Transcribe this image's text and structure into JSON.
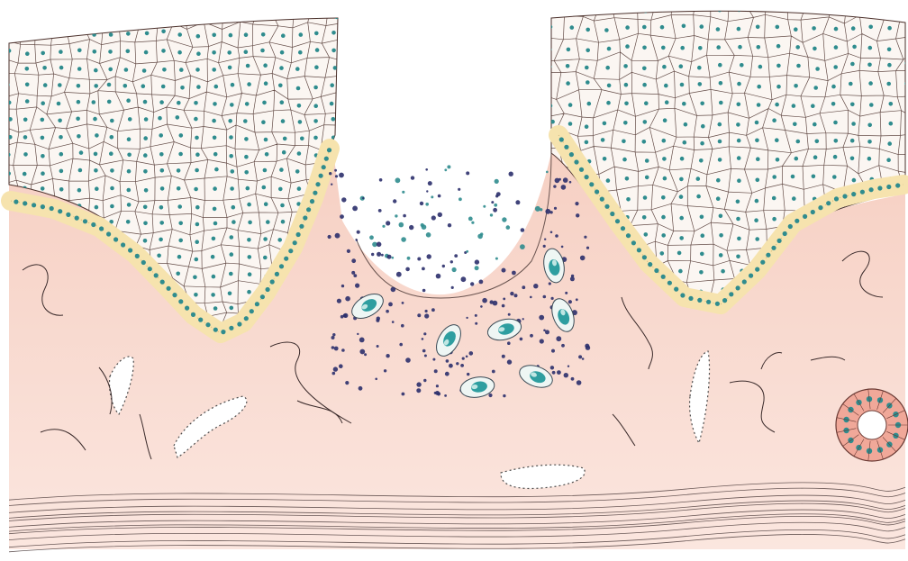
{
  "colors": {
    "background": "#ffffff",
    "dermis_top": "#f6cfc2",
    "dermis_bottom": "#fbe6df",
    "epidermis_fill": "#fbf6f2",
    "basal_layer": "#f6e3ae",
    "cell_line": "#4a2f2a",
    "nucleus": "#2f8c8e",
    "inflammatory_dot": "#2b2f6b",
    "macrophage_fill": "#eef6f4",
    "macrophage_nucleus": "#2e9ea0",
    "vessel_fill": "#ffffff",
    "gland_fill": "#f0a899",
    "fiber_line": "#3a2a2a"
  },
  "structures": [
    {
      "name": "epidermis-left",
      "label": ""
    },
    {
      "name": "epidermis-right",
      "label": ""
    },
    {
      "name": "basal-layer-left",
      "label": ""
    },
    {
      "name": "basal-layer-right",
      "label": ""
    },
    {
      "name": "ulcer-crater",
      "label": ""
    },
    {
      "name": "inflammatory-infiltrate",
      "label": ""
    },
    {
      "name": "macrophage-cells",
      "label": ""
    },
    {
      "name": "blood-vessel",
      "label": ""
    },
    {
      "name": "sweat-gland",
      "label": ""
    },
    {
      "name": "dermis-collagen-fibers",
      "label": ""
    }
  ]
}
